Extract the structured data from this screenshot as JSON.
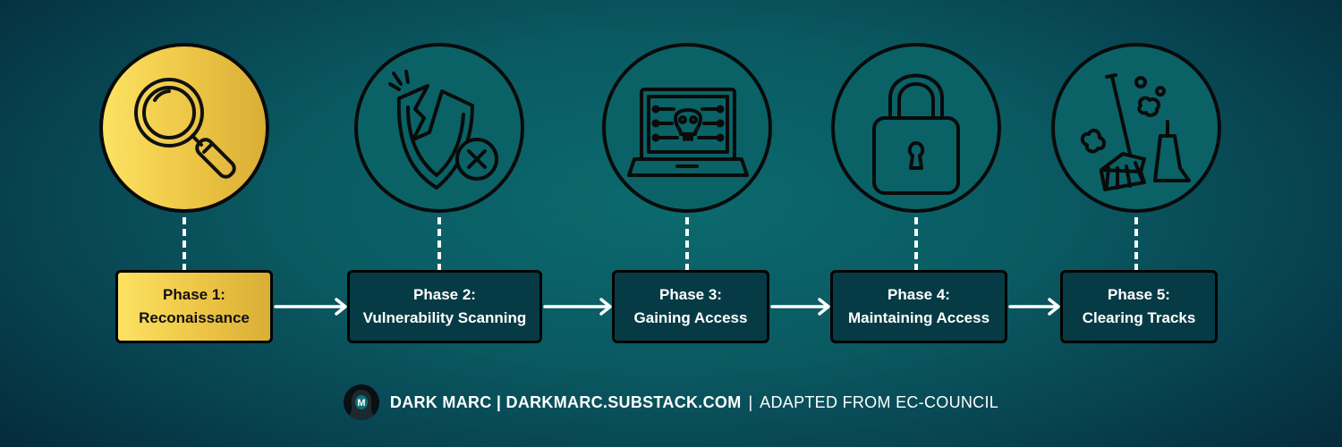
{
  "colors": {
    "accent_gold": "#f0c84a",
    "box_dark": "#063b45",
    "background_teal": "#0b6a6d"
  },
  "phases": [
    {
      "line1": "Phase 1:",
      "line2": "Reconaissance",
      "icon": "magnifying-glass-icon",
      "active": true
    },
    {
      "line1": "Phase 2:",
      "line2": "Vulnerability Scanning",
      "icon": "broken-shield-icon",
      "active": false
    },
    {
      "line1": "Phase 3:",
      "line2": "Gaining Access",
      "icon": "laptop-skull-icon",
      "active": false
    },
    {
      "line1": "Phase 4:",
      "line2": "Maintaining Access",
      "icon": "padlock-icon",
      "active": false
    },
    {
      "line1": "Phase 5:",
      "line2": "Clearing Tracks",
      "icon": "broom-cleaning-icon",
      "active": false
    }
  ],
  "footer": {
    "avatar_letter": "M",
    "brand": "DARK MARC | DARKMARC.SUBSTACK.COM",
    "separator": "|",
    "credit": "ADAPTED FROM EC-COUNCIL"
  }
}
